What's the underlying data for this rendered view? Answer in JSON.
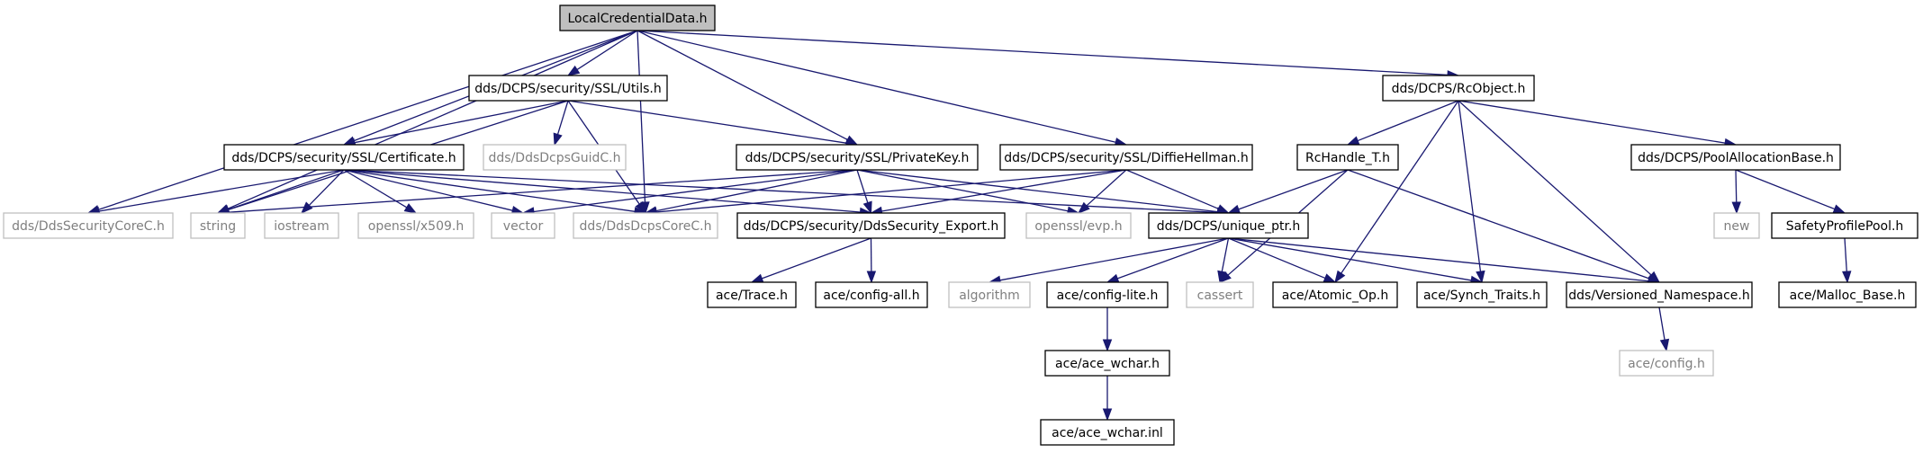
{
  "graph": {
    "colors": {
      "edge": "#191970",
      "root_fill": "#bfbfbf",
      "box_stroke": "#000000",
      "external_stroke": "#bfbfbf",
      "external_text": "#7f7f7f",
      "text": "#000000"
    },
    "nodes": [
      {
        "id": "root",
        "label": "LocalCredentialData.h",
        "kind": "root"
      },
      {
        "id": "ssl_utils",
        "label": "dds/DCPS/security/SSL/Utils.h",
        "kind": "file"
      },
      {
        "id": "rcobject",
        "label": "dds/DCPS/RcObject.h",
        "kind": "file"
      },
      {
        "id": "certificate",
        "label": "dds/DCPS/security/SSL/Certificate.h",
        "kind": "file"
      },
      {
        "id": "guidc",
        "label": "dds/DdsDcpsGuidC.h",
        "kind": "external"
      },
      {
        "id": "privatekey",
        "label": "dds/DCPS/security/SSL/PrivateKey.h",
        "kind": "file"
      },
      {
        "id": "diffiehellman",
        "label": "dds/DCPS/security/SSL/DiffieHellman.h",
        "kind": "file"
      },
      {
        "id": "rchandle",
        "label": "RcHandle_T.h",
        "kind": "file"
      },
      {
        "id": "poolalloc",
        "label": "dds/DCPS/PoolAllocationBase.h",
        "kind": "file"
      },
      {
        "id": "securitycorec",
        "label": "dds/DdsSecurityCoreC.h",
        "kind": "external"
      },
      {
        "id": "string",
        "label": "string",
        "kind": "external"
      },
      {
        "id": "iostream",
        "label": "iostream",
        "kind": "external"
      },
      {
        "id": "x509",
        "label": "openssl/x509.h",
        "kind": "external"
      },
      {
        "id": "vector",
        "label": "vector",
        "kind": "external"
      },
      {
        "id": "dcpscorec",
        "label": "dds/DdsDcpsCoreC.h",
        "kind": "external"
      },
      {
        "id": "secexport",
        "label": "dds/DCPS/security/DdsSecurity_Export.h",
        "kind": "file"
      },
      {
        "id": "evp",
        "label": "openssl/evp.h",
        "kind": "external"
      },
      {
        "id": "uniqueptr",
        "label": "dds/DCPS/unique_ptr.h",
        "kind": "file"
      },
      {
        "id": "new",
        "label": "new",
        "kind": "external"
      },
      {
        "id": "safetypool",
        "label": "SafetyProfilePool.h",
        "kind": "file"
      },
      {
        "id": "trace",
        "label": "ace/Trace.h",
        "kind": "file"
      },
      {
        "id": "configall",
        "label": "ace/config-all.h",
        "kind": "file"
      },
      {
        "id": "algorithm",
        "label": "algorithm",
        "kind": "external"
      },
      {
        "id": "configlite",
        "label": "ace/config-lite.h",
        "kind": "file"
      },
      {
        "id": "cassert",
        "label": "cassert",
        "kind": "external"
      },
      {
        "id": "atomicop",
        "label": "ace/Atomic_Op.h",
        "kind": "file"
      },
      {
        "id": "synchtraits",
        "label": "ace/Synch_Traits.h",
        "kind": "file"
      },
      {
        "id": "versioned",
        "label": "dds/Versioned_Namespace.h",
        "kind": "file"
      },
      {
        "id": "mallocbase",
        "label": "ace/Malloc_Base.h",
        "kind": "file"
      },
      {
        "id": "aceconfig",
        "label": "ace/config.h",
        "kind": "external"
      },
      {
        "id": "acewchar",
        "label": "ace/ace_wchar.h",
        "kind": "file"
      },
      {
        "id": "acewcharinl",
        "label": "ace/ace_wchar.inl",
        "kind": "file"
      }
    ],
    "edges": [
      [
        "root",
        "ssl_utils"
      ],
      [
        "root",
        "rcobject"
      ],
      [
        "root",
        "certificate"
      ],
      [
        "root",
        "privatekey"
      ],
      [
        "root",
        "diffiehellman"
      ],
      [
        "root",
        "securitycorec"
      ],
      [
        "root",
        "string"
      ],
      [
        "root",
        "dcpscorec"
      ],
      [
        "ssl_utils",
        "certificate"
      ],
      [
        "ssl_utils",
        "guidc"
      ],
      [
        "ssl_utils",
        "privatekey"
      ],
      [
        "ssl_utils",
        "string"
      ],
      [
        "ssl_utils",
        "dcpscorec"
      ],
      [
        "certificate",
        "securitycorec"
      ],
      [
        "certificate",
        "string"
      ],
      [
        "certificate",
        "iostream"
      ],
      [
        "certificate",
        "x509"
      ],
      [
        "certificate",
        "vector"
      ],
      [
        "certificate",
        "dcpscorec"
      ],
      [
        "certificate",
        "secexport"
      ],
      [
        "certificate",
        "uniqueptr"
      ],
      [
        "privatekey",
        "string"
      ],
      [
        "privatekey",
        "vector"
      ],
      [
        "privatekey",
        "dcpscorec"
      ],
      [
        "privatekey",
        "secexport"
      ],
      [
        "privatekey",
        "evp"
      ],
      [
        "privatekey",
        "uniqueptr"
      ],
      [
        "diffiehellman",
        "dcpscorec"
      ],
      [
        "diffiehellman",
        "secexport"
      ],
      [
        "diffiehellman",
        "evp"
      ],
      [
        "diffiehellman",
        "uniqueptr"
      ],
      [
        "rcobject",
        "rchandle"
      ],
      [
        "rcobject",
        "poolalloc"
      ],
      [
        "rcobject",
        "atomicop"
      ],
      [
        "rcobject",
        "synchtraits"
      ],
      [
        "rcobject",
        "versioned"
      ],
      [
        "rchandle",
        "uniqueptr"
      ],
      [
        "rchandle",
        "cassert"
      ],
      [
        "rchandle",
        "versioned"
      ],
      [
        "poolalloc",
        "new"
      ],
      [
        "poolalloc",
        "safetypool"
      ],
      [
        "safetypool",
        "mallocbase"
      ],
      [
        "secexport",
        "trace"
      ],
      [
        "secexport",
        "configall"
      ],
      [
        "uniqueptr",
        "algorithm"
      ],
      [
        "uniqueptr",
        "configlite"
      ],
      [
        "uniqueptr",
        "cassert"
      ],
      [
        "uniqueptr",
        "atomicop"
      ],
      [
        "uniqueptr",
        "synchtraits"
      ],
      [
        "uniqueptr",
        "versioned"
      ],
      [
        "configlite",
        "acewchar"
      ],
      [
        "acewchar",
        "acewcharinl"
      ],
      [
        "versioned",
        "aceconfig"
      ]
    ]
  }
}
